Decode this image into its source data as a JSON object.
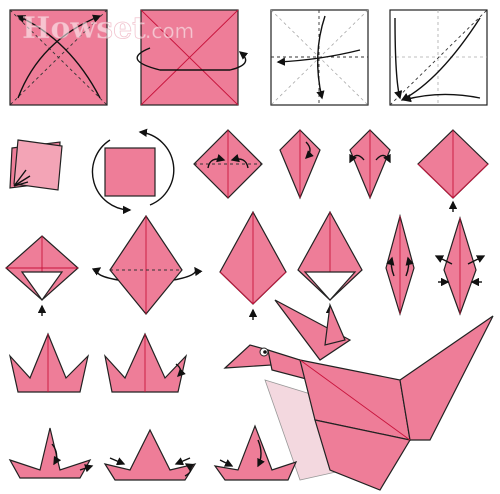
{
  "watermark": {
    "brand": "Howset",
    "suffix": ".com"
  },
  "colors": {
    "paper": "#ee7d98",
    "paper_light": "#f3a4b6",
    "crease": "#c8143c",
    "outline": "#222222"
  },
  "steps": [
    "step-01",
    "step-02",
    "step-03",
    "step-04",
    "step-05",
    "step-06",
    "step-07",
    "step-08",
    "step-09",
    "step-10",
    "step-11",
    "step-12",
    "step-13",
    "step-14",
    "step-15",
    "step-16",
    "step-17",
    "step-18",
    "final-crane",
    "step-19",
    "step-20",
    "step-21"
  ],
  "icons": [
    "fold-arrow-icon",
    "flip-arrow-icon",
    "rotate-arrow-icon",
    "open-arrow-icon"
  ]
}
